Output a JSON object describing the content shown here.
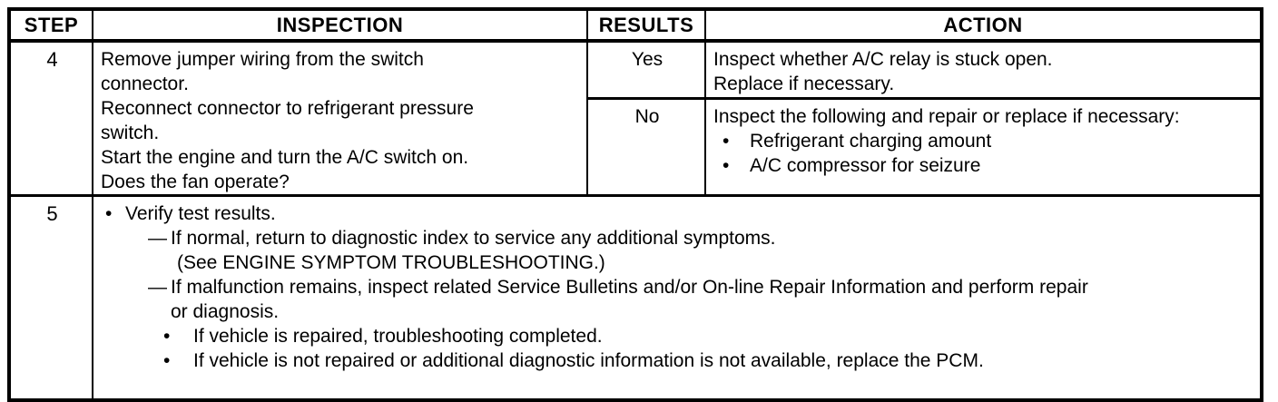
{
  "markers": {
    "bullet": "•",
    "dash": "—"
  },
  "table": {
    "headers": [
      "STEP",
      "INSPECTION",
      "RESULTS",
      "ACTION"
    ],
    "step4": {
      "number": "4",
      "inspection_lines": [
        "Remove jumper wiring from the switch",
        "connector.",
        "Reconnect connector to refrigerant pressure",
        "switch.",
        "Start the engine and turn the A/C switch on.",
        "Does the fan operate?"
      ],
      "yes": {
        "label": "Yes",
        "action_lines": [
          "Inspect whether A/C relay is stuck open.",
          "Replace if necessary."
        ]
      },
      "no": {
        "label": "No",
        "action_intro": "Inspect the following and repair or replace if necessary:",
        "action_bullets": [
          "Refrigerant charging amount",
          "A/C compressor for seizure"
        ]
      }
    },
    "step5": {
      "number": "5",
      "lines": {
        "l1": "Verify test results.",
        "l2": "If normal, return to diagnostic index to service any additional symptoms.",
        "l3": "(See ENGINE SYMPTOM TROUBLESHOOTING.)",
        "l4": "If malfunction remains, inspect related Service Bulletins and/or On-line Repair Information and perform repair",
        "l5": "or diagnosis.",
        "l6": "If vehicle is repaired, troubleshooting completed.",
        "l7": "If vehicle is not repaired or additional diagnostic information is not available, replace the PCM."
      }
    }
  }
}
